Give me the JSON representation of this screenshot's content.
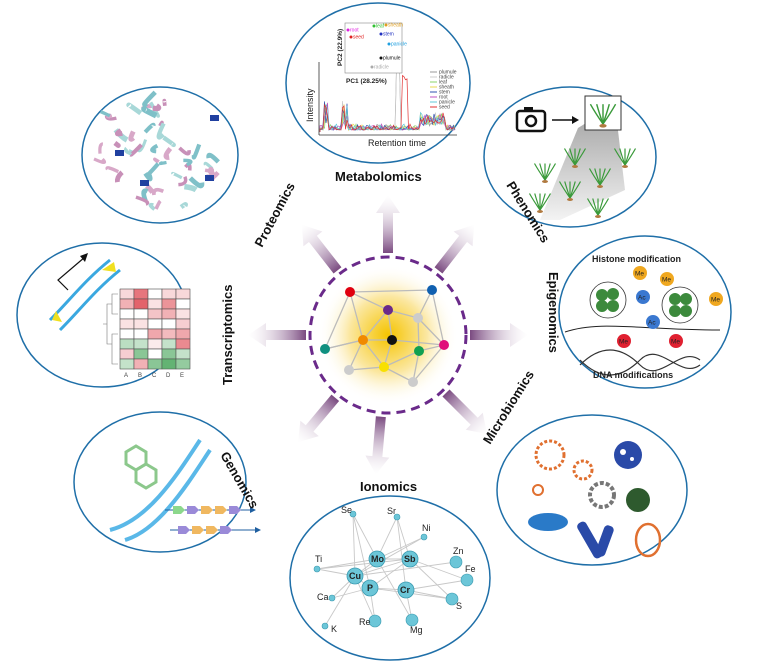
{
  "labels": {
    "proteomics": "Proteomics",
    "metabolomics": "Metabolomics",
    "phenomics": "Phenomics",
    "transcriptomics": "Transcriptomics",
    "epigenomics": "Epigenomics",
    "genomics": "Genomics",
    "ionomics": "Ionomics",
    "microbiomics": "Microbiomics"
  },
  "metabolomics": {
    "y_axis": "Intensity",
    "x_axis": "Retention time",
    "pca": {
      "pc1": "PC1 (28.25%)",
      "pc2": "PC2 (22.9%)",
      "points": [
        {
          "label": "root",
          "color": "#e020e0"
        },
        {
          "label": "seed",
          "color": "#e02020"
        },
        {
          "label": "leaf",
          "color": "#30c030"
        },
        {
          "label": "sheath",
          "color": "#e0a020"
        },
        {
          "label": "stem",
          "color": "#2030c0"
        },
        {
          "label": "panicle",
          "color": "#20a0e0"
        },
        {
          "label": "plumule",
          "color": "#111111"
        },
        {
          "label": "radicle",
          "color": "#aaaaaa"
        }
      ]
    },
    "legend": [
      "plumule",
      "radicle",
      "leaf",
      "sheath",
      "stem",
      "root",
      "panicle",
      "seed"
    ],
    "legend_colors": [
      "#999999",
      "#cccccc",
      "#8bd46a",
      "#e8d850",
      "#3050b0",
      "#c050c0",
      "#60c8d8",
      "#e03030"
    ]
  },
  "epigenomics": {
    "histone_title": "Histone modification",
    "dna_title": "DNA modifications",
    "me": "Me",
    "ac": "Ac"
  },
  "transcriptomics": {
    "columns": [
      "A",
      "B",
      "C",
      "D",
      "E"
    ],
    "heatmap": [
      [
        0.2,
        0.7,
        0,
        0.2,
        0.2
      ],
      [
        0.4,
        0.8,
        0.15,
        0.55,
        0
      ],
      [
        0,
        0,
        0.3,
        0.4,
        0.15
      ],
      [
        0.15,
        0.15,
        0,
        0,
        0.25
      ],
      [
        0,
        0,
        0.45,
        0.35,
        0.45
      ],
      [
        -0.35,
        -0.3,
        0.1,
        -0.3,
        0.6
      ],
      [
        0.25,
        -0.6,
        0,
        -0.6,
        -0.3
      ],
      [
        -0.3,
        0.4,
        -0.6,
        -0.8,
        -0.55
      ]
    ]
  },
  "ionomics": {
    "elements_small": [
      "Se",
      "Sr",
      "Ni",
      "Zn",
      "Ti",
      "Fe",
      "Ca",
      "S",
      "K",
      "Re",
      "Mg"
    ],
    "elements_large": [
      "Mo",
      "Sb",
      "Cu",
      "P",
      "Cr"
    ]
  },
  "colors": {
    "ellipse_border": "#1f6fa8",
    "arrow": "#7a4a80",
    "dashed_circle": "#6a2a8a",
    "ion_node": "#6cc6d8"
  }
}
